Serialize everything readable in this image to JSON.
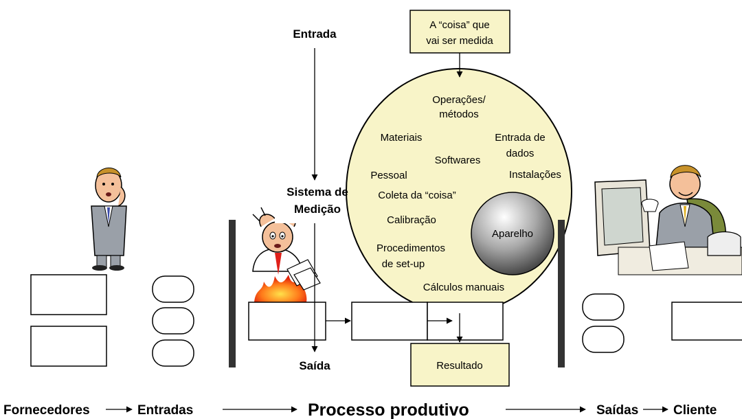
{
  "top_box": {
    "line1": "A “coisa” que",
    "line2": "vai ser medida"
  },
  "entrada_label": "Entrada",
  "saida_label": "Saída",
  "sistema_label": {
    "line1": "Sistema de",
    "line2": "Medição"
  },
  "circle_items": {
    "operacoes_1": "Operações/",
    "operacoes_2": "métodos",
    "materiais": "Materiais",
    "entrada_dados_1": "Entrada de",
    "entrada_dados_2": "dados",
    "softwares": "Softwares",
    "pessoal": "Pessoal",
    "instalacoes": "Instalações",
    "coleta": "Coleta da “coisa”",
    "calibracao": "Calibração",
    "procedimentos_1": "Procedimentos",
    "procedimentos_2": "de set-up",
    "calculos": "Cálculos manuais"
  },
  "aparelho_label": "Aparelho",
  "resultado_label": "Resultado",
  "bottom_flow": {
    "fornecedores": "Fornecedores",
    "entradas": "Entradas",
    "processo": "Processo produtivo",
    "saidas": "Saídas",
    "cliente": "Cliente"
  },
  "colors": {
    "box_fill": "#f8f4c8",
    "circle_fill": "#f8f4c8",
    "fire": "#ff4a1a",
    "suit": "#9aa0a8",
    "bar": "#333333"
  }
}
